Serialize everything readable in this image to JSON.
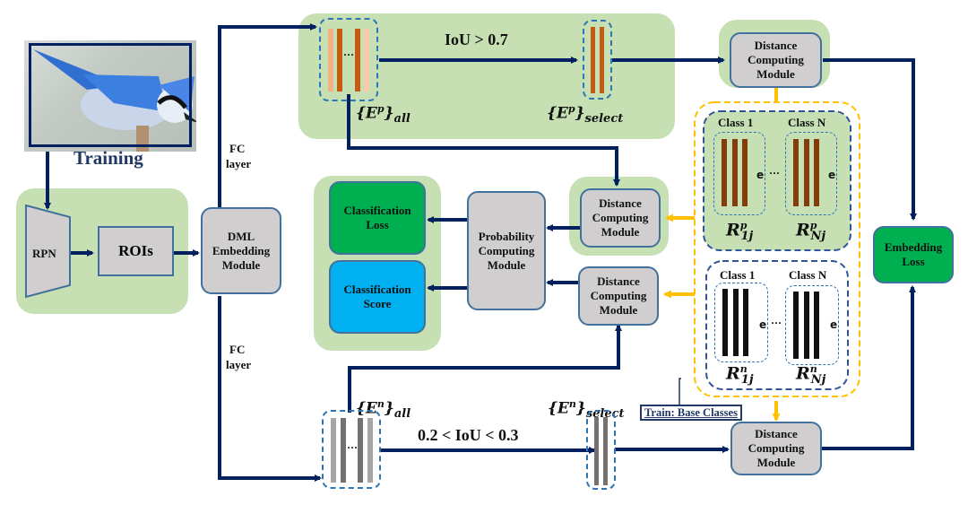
{
  "input": {
    "image_subject": "blue jay bird photo",
    "caption": "Training"
  },
  "rpn_block": {
    "rpn_label": "RPN",
    "rois_label": "ROIs"
  },
  "dml_module": {
    "line1": "DML",
    "line2": "Embedding",
    "line3": "Module"
  },
  "fc_top": {
    "line1": "FC",
    "line2": "layer"
  },
  "fc_bottom": {
    "line1": "FC",
    "line2": "layer"
  },
  "positive_branch": {
    "all_set": {
      "base": "{E",
      "sup": "p",
      "close": "}",
      "sub": "all"
    },
    "condition": "IoU > 0.7",
    "select_set": {
      "base": "{E",
      "sup": "p",
      "close": "}",
      "sub": "select"
    },
    "ellipsis": "···"
  },
  "negative_branch": {
    "all_set": {
      "base": "{E",
      "sup": "n",
      "close": "}",
      "sub": "all"
    },
    "condition": "0.2 < IoU < 0.3",
    "select_set": {
      "base": "{E",
      "sup": "n",
      "close": "}",
      "sub": "select"
    },
    "ellipsis": "···"
  },
  "distance_modules": {
    "top_right": [
      "Distance",
      "Computing",
      "Module"
    ],
    "middle_pos": [
      "Distance",
      "Computing",
      "Module"
    ],
    "middle_neg": [
      "Distance",
      "Computing",
      "Module"
    ],
    "bottom": [
      "Distance",
      "Computing",
      "Module"
    ]
  },
  "probability_module": [
    "Probability",
    "Computing",
    "Module"
  ],
  "outputs": {
    "classification_loss": [
      "Classification",
      "Loss"
    ],
    "classification_score": [
      "Classification",
      "Score"
    ],
    "embedding_loss": [
      "Embedding",
      "Loss"
    ]
  },
  "representatives": {
    "positive": {
      "class_first": "Class 1",
      "class_last": "Class N",
      "e_label": "e",
      "ellipsis": "···",
      "r_first": {
        "base": "R",
        "sup": "p",
        "sub": "1j"
      },
      "r_last": {
        "base": "R",
        "sup": "p",
        "sub": "Nj"
      }
    },
    "negative": {
      "class_first": "Class 1",
      "class_last": "Class N",
      "e_label": "e",
      "ellipsis": "···",
      "r_first": {
        "base": "R",
        "sup": "n",
        "sub": "1j"
      },
      "r_last": {
        "base": "R",
        "sup": "n",
        "sub": "Nj"
      }
    },
    "note": "Train: Base Classes"
  },
  "colors": {
    "arrow_navy": "#002060",
    "panel_green": "#c6e0b4",
    "module_gray": "#d0cece",
    "module_border": "#41719c",
    "loss_green": "#00b050",
    "score_blue": "#00b0f0",
    "rep_arrow_yellow": "#ffc000",
    "pos_bar_dark": "#c55a11",
    "pos_bar_light": "#f4b183",
    "rep_pos_bar": "#843c0c",
    "neg_bar_light": "#a6a6a6",
    "neg_bar_dark": "#767171",
    "rep_neg_bar": "#000000"
  }
}
